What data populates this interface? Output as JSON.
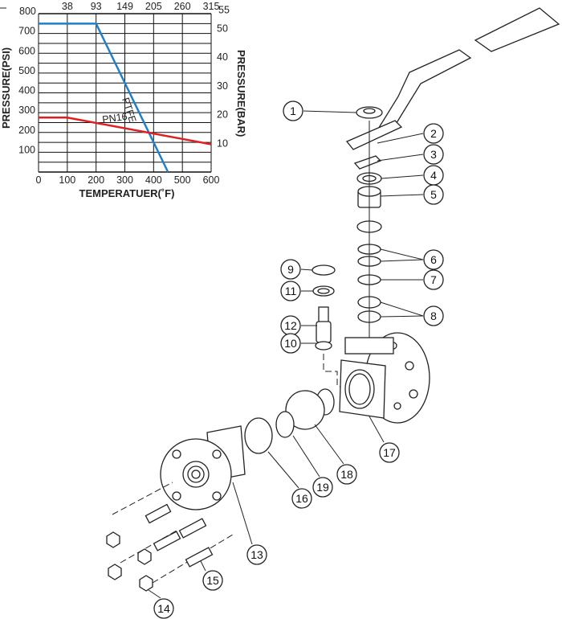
{
  "chart_data": {
    "type": "line",
    "title": "",
    "xlabel": "TEMPERATUER(˚F)",
    "ylabel": "PRESSURE(PSI)",
    "y2label": "PRESSURE(BAR)",
    "xlim": [
      0,
      600
    ],
    "ylim": [
      0,
      800
    ],
    "x_ticks": [
      "0",
      "100",
      "200",
      "300",
      "400",
      "500",
      "600"
    ],
    "x2_ticks": [
      "38",
      "93",
      "149",
      "205",
      "260",
      "315"
    ],
    "y_ticks": [
      "100",
      "200",
      "300",
      "400",
      "500",
      "600",
      "700",
      "800"
    ],
    "y2_ticks": [
      "10",
      "20",
      "30",
      "40",
      "50",
      "55"
    ],
    "grid": true,
    "series": [
      {
        "name": "PTFE",
        "color": "#1f7fc8",
        "x": [
          0,
          200,
          450
        ],
        "y": [
          750,
          750,
          0
        ]
      },
      {
        "name": "PN16",
        "color": "#e02020",
        "x": [
          0,
          100,
          600
        ],
        "y": [
          275,
          275,
          140
        ]
      }
    ]
  },
  "callouts": [
    "1",
    "2",
    "3",
    "4",
    "5",
    "6",
    "7",
    "8",
    "9",
    "11",
    "12",
    "10",
    "17",
    "18",
    "19",
    "16",
    "13",
    "15",
    "14"
  ]
}
